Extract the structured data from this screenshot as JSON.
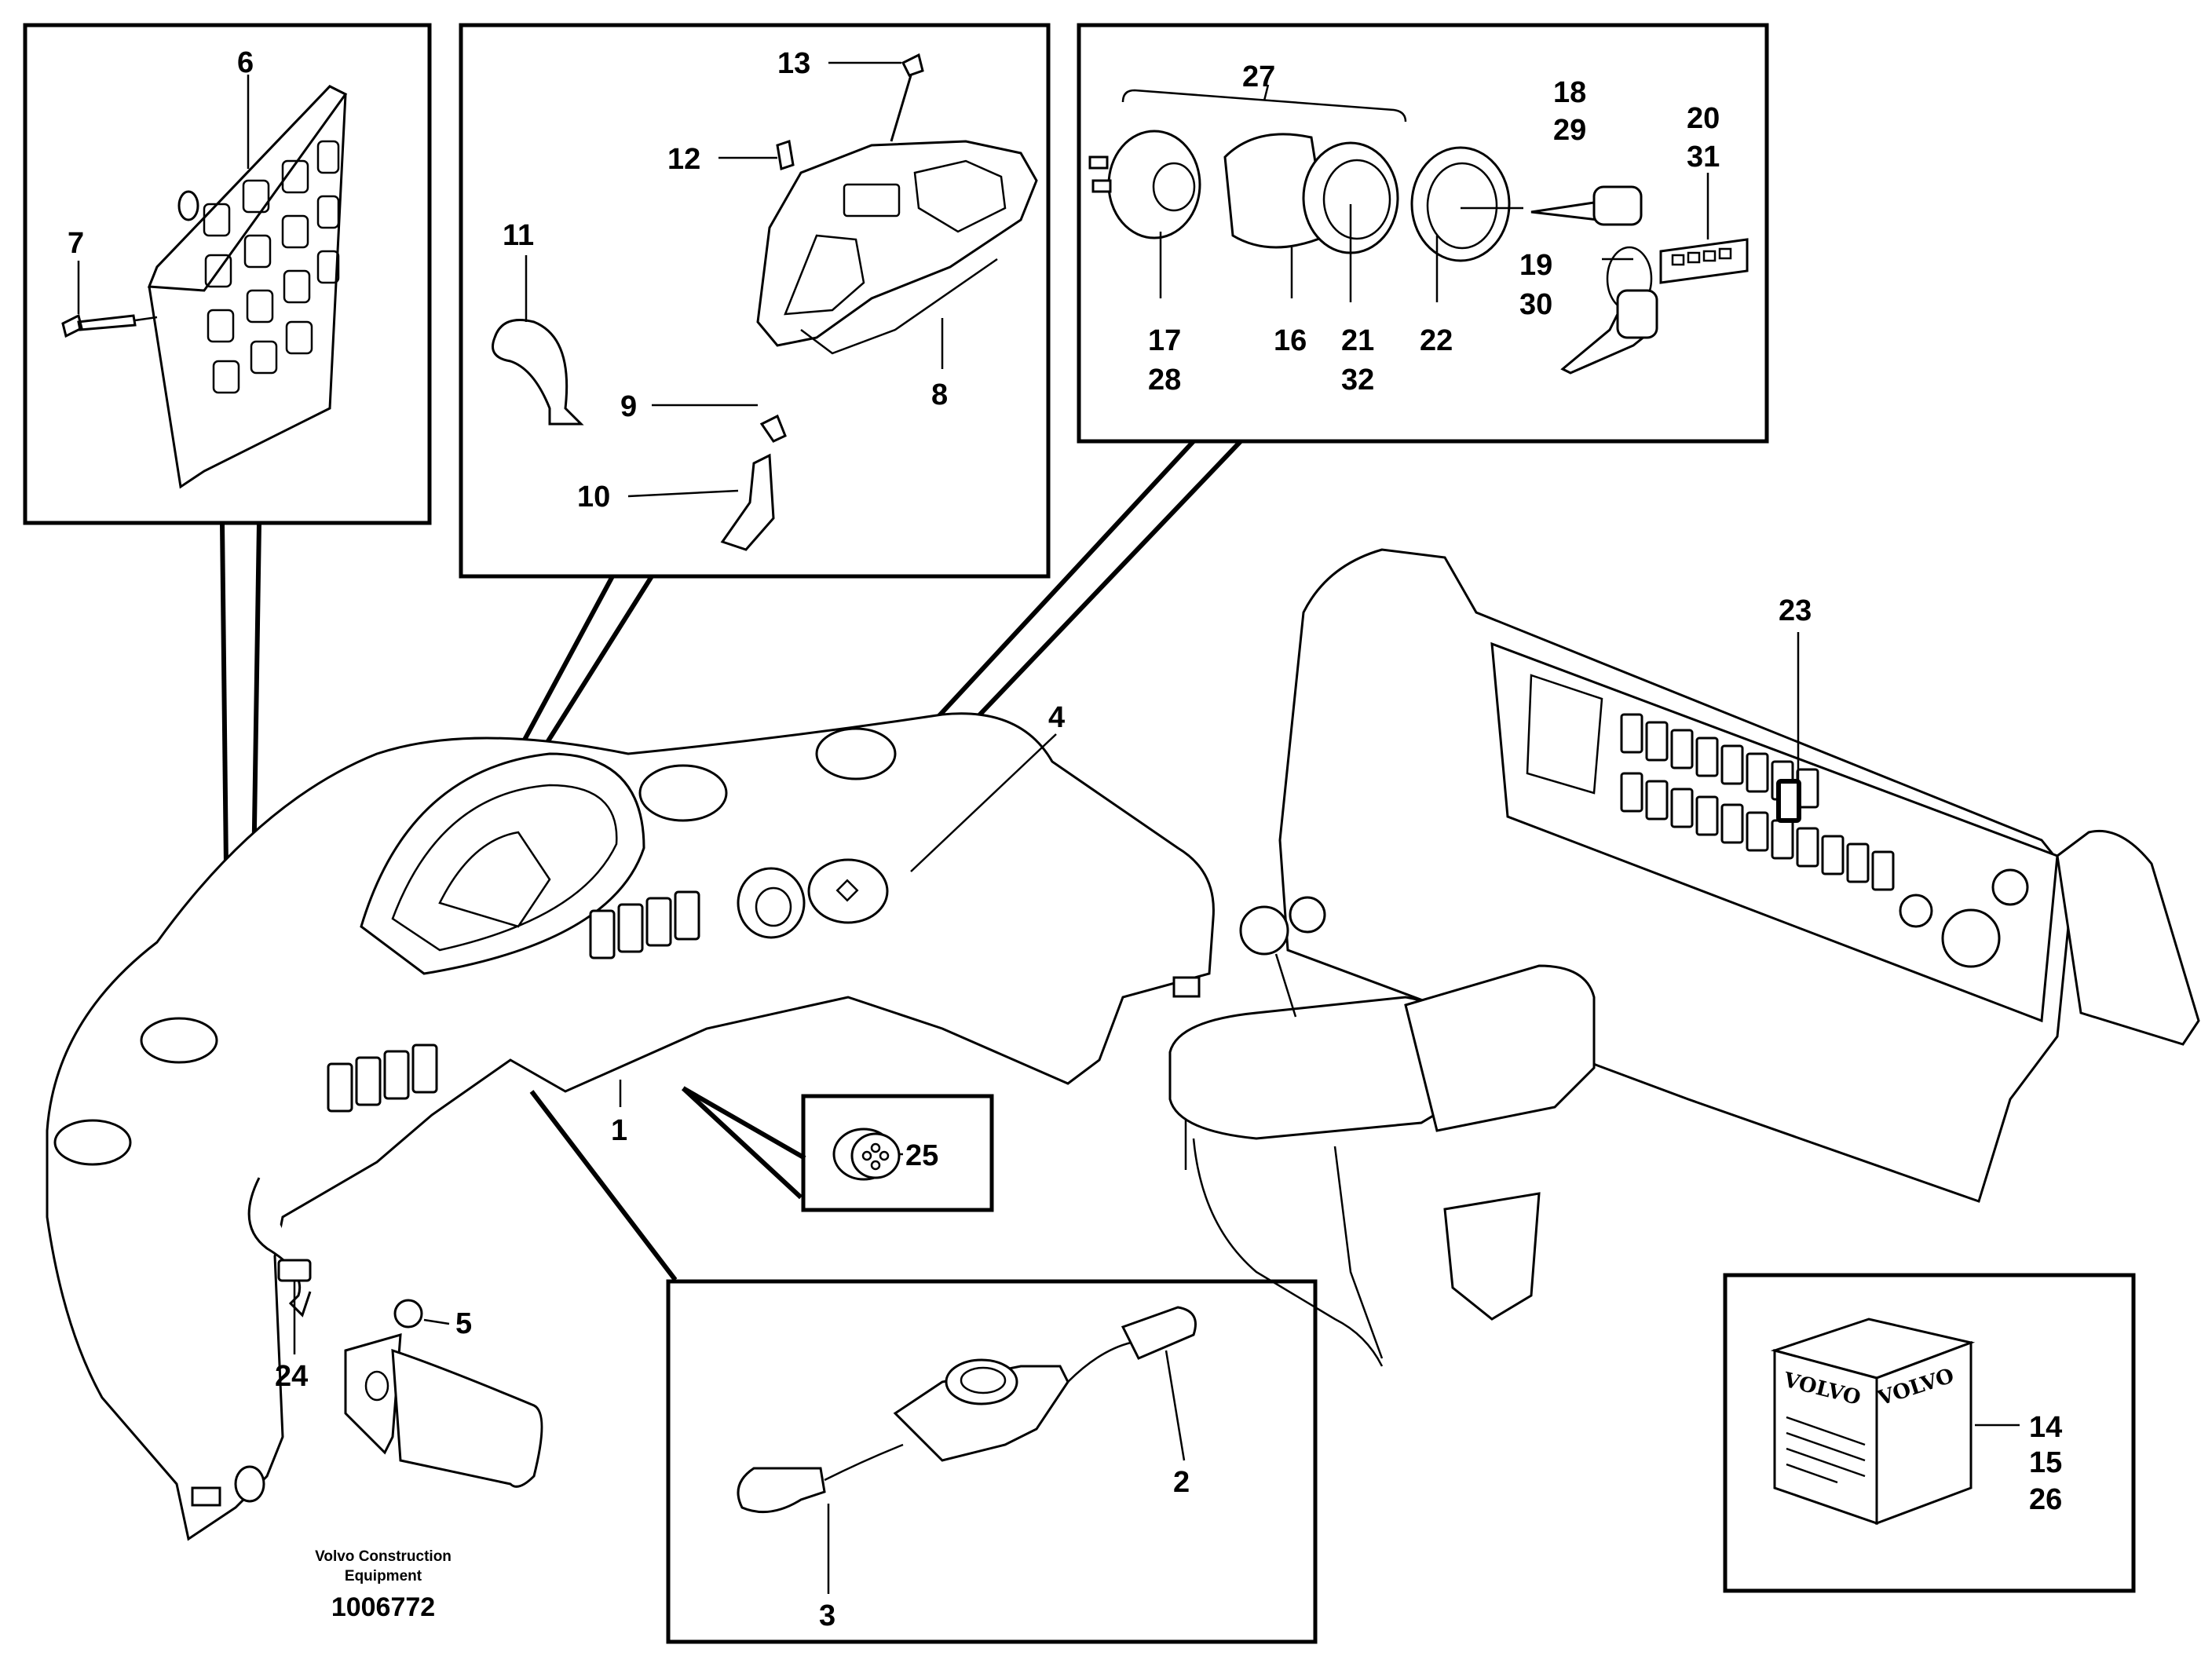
{
  "callouts": {
    "c1": "1",
    "c2": "2",
    "c3": "3",
    "c4": "4",
    "c5": "5",
    "c6": "6",
    "c7": "7",
    "c8": "8",
    "c9": "9",
    "c10": "10",
    "c11": "11",
    "c12": "12",
    "c13": "13",
    "c14": "14",
    "c15": "15",
    "c16": "16",
    "c17": "17",
    "c18": "18",
    "c19": "19",
    "c20": "20",
    "c21": "21",
    "c22": "22",
    "c23": "23",
    "c24": "24",
    "c25": "25",
    "c26": "26",
    "c27": "27",
    "c28": "28",
    "c29": "29",
    "c30": "30",
    "c31": "31",
    "c32": "32"
  },
  "brand_text": "VOLVO",
  "credit_line1": "Volvo Construction",
  "credit_line2": "Equipment",
  "drawing_number": "1006772"
}
